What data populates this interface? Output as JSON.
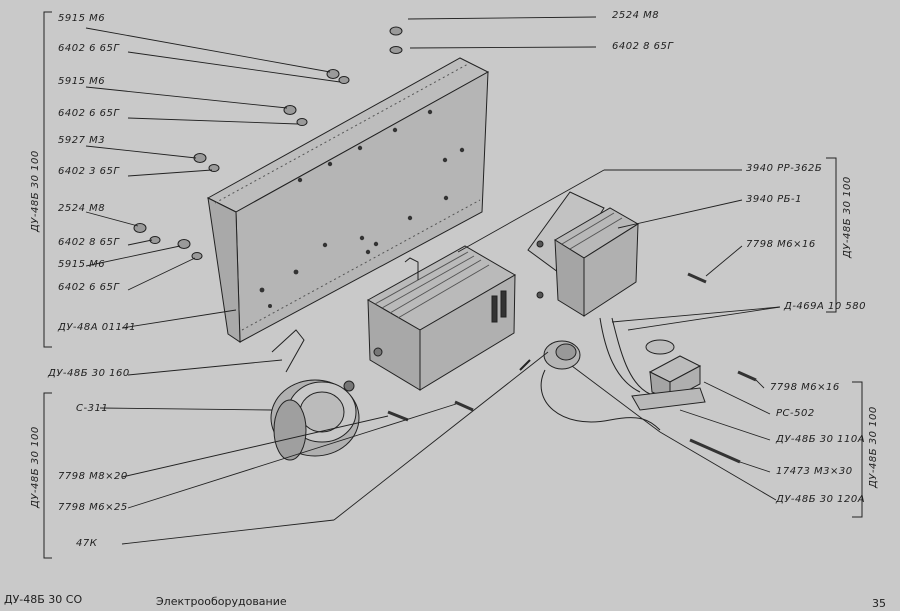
{
  "labels_left": [
    "5915 М6",
    "6402 6 65Г",
    "5915 М6",
    "6402 6 65Г",
    "5927 М3",
    "6402 3 65Г",
    "2524 М8",
    "6402 8 65Г",
    "5915 М6",
    "6402 6 65Г",
    "ДУ-48А 01141"
  ],
  "labels_left_lower": [
    "ДУ-48Б 30 160",
    "С-311",
    "7798 М8×20",
    "7798 М6×25",
    "47К"
  ],
  "labels_top_right": [
    "2524 М8",
    "6402 8 65Г"
  ],
  "labels_right": [
    "3940 РР-362Б",
    "3940 РБ-1",
    "7798 М6×16",
    "Д-469А 10 580",
    "7798 М6×16",
    "РС-502",
    "ДУ-48Б 30 110А",
    "17473 М3×30",
    "ДУ-48Б 30 120А"
  ],
  "bracket_labels": {
    "left_upper": "ДУ-48Б 30 100",
    "left_lower": "ДУ-48Б 30 100",
    "right_upper": "ДУ-48Б 30 100",
    "right_lower": "ДУ-48Б 30 100"
  },
  "footer": {
    "code": "ДУ-48Б 30 СО",
    "title": "Электрооборудование",
    "page": "35"
  }
}
